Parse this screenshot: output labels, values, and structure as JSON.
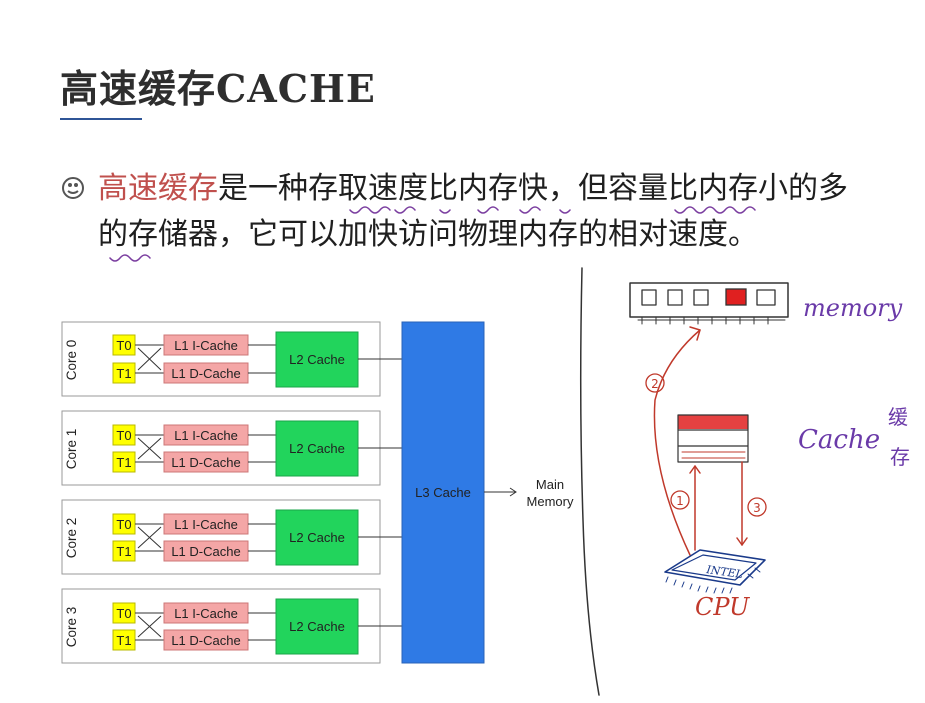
{
  "slide": {
    "title": "高速缓存CACHE",
    "bullet_highlight": "高速缓存",
    "bullet_text": "是一种存取速度比内存快，但容量比内存小的多的存储器，它可以加快访问物理内存的相对速度。"
  },
  "cache_diagram": {
    "cores": [
      {
        "label": "Core 0",
        "t0": "T0",
        "t1": "T1",
        "l1i": "L1 I-Cache",
        "l1d": "L1 D-Cache",
        "l2": "L2 Cache"
      },
      {
        "label": "Core 1",
        "t0": "T0",
        "t1": "T1",
        "l1i": "L1 I-Cache",
        "l1d": "L1 D-Cache",
        "l2": "L2 Cache"
      },
      {
        "label": "Core 2",
        "t0": "T0",
        "t1": "T1",
        "l1i": "L1 I-Cache",
        "l1d": "L1 D-Cache",
        "l2": "L2 Cache"
      },
      {
        "label": "Core 3",
        "t0": "T0",
        "t1": "T1",
        "l1i": "L1 I-Cache",
        "l1d": "L1 D-Cache",
        "l2": "L2 Cache"
      }
    ],
    "l3": "L3 Cache",
    "main_memory_line1": "Main",
    "main_memory_line2": "Memory"
  },
  "annotations": {
    "memory": "memory",
    "cache": "Cache",
    "cache_cn_1": "缓",
    "cache_cn_2": "存",
    "cpu": "CPU",
    "chip": "INTEL",
    "step1": "1",
    "step2": "2",
    "step3": "3"
  },
  "colors": {
    "highlight": "#c0504d",
    "thread": "#ffff00",
    "l1": "#f4a6a6",
    "l2": "#22d45c",
    "l3": "#2f7ae5",
    "annotation_red": "#c0392b",
    "annotation_purple": "#6a3aa8"
  }
}
